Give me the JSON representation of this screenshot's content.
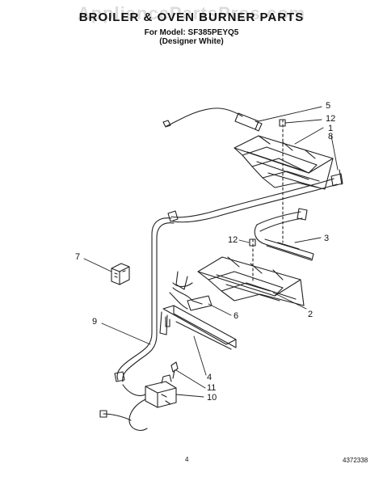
{
  "title": "BROILER & OVEN BURNER PARTS",
  "model_line": "For Model: SF385PEYQ5",
  "variant_line": "(Designer White)",
  "watermark": "AppliancePartsPros.com",
  "page_number": "4",
  "document_number": "4372338",
  "callouts": [
    "5",
    "12",
    "1",
    "8",
    "3",
    "12",
    "2",
    "6",
    "7",
    "9",
    "4",
    "11",
    "10"
  ]
}
